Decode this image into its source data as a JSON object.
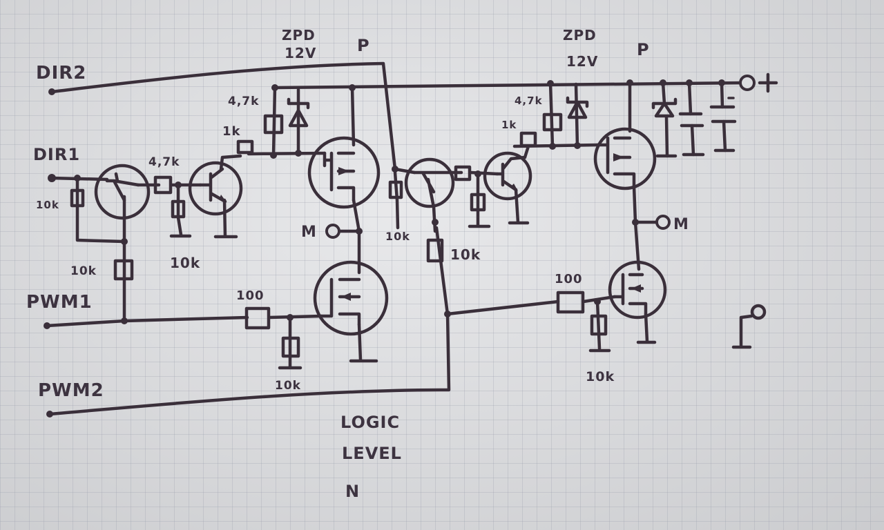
{
  "inputs": {
    "dir2": "DIR2",
    "dir1": "DIR1",
    "pwm1": "PWM1",
    "pwm2": "PWM2"
  },
  "left_half": {
    "zener": "ZPD",
    "zener_voltage": "12V",
    "p_label": "P",
    "r_pullup": "4,7k",
    "r_gate": "1k",
    "r_base_series": "4,7k",
    "r_base_pulldown": "10k",
    "r_dir1_pulldown": "10k",
    "r_pwm1_series": "10k",
    "r_n_gate": "100",
    "r_n_gate_pulldown": "10k",
    "output": "M"
  },
  "right_half": {
    "zener": "ZPD",
    "zener_voltage": "12V",
    "p_label": "P",
    "r_pullup": "4,7k",
    "r_gate": "1k",
    "r_dir2_pulldown": "10k",
    "r_pwm2_series": "10k",
    "r_n_gate": "100",
    "r_n_gate_pulldown": "10k",
    "output": "M",
    "supply": "+"
  },
  "notes": {
    "line1": "LOGIC",
    "line2": "LEVEL",
    "line3": "N"
  },
  "ground_symbol": "ground-symbol",
  "colors": {
    "ink": "#3a2f3a",
    "paper": "#dcdde0"
  }
}
